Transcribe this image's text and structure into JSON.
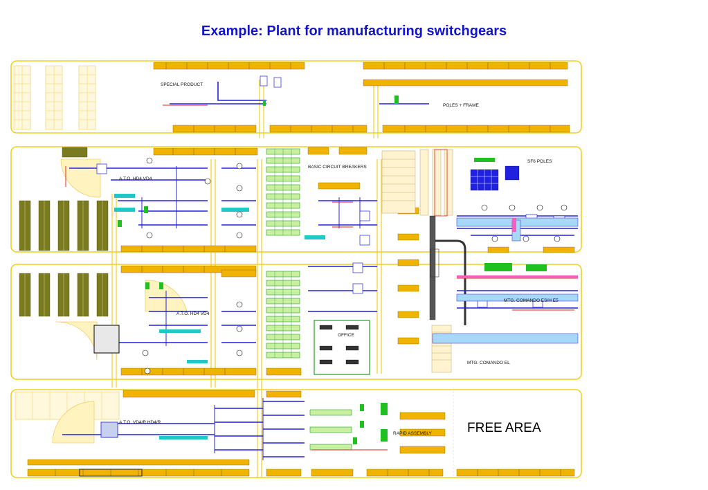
{
  "title": "Example: Plant for manufacturing switchgears",
  "areas": {
    "special_product": "SPECIAL PRODUCT",
    "poles_frame": "POLES + FRAME",
    "ato_hd4_vd4_top": "A.T.O. HD4 VD4",
    "basic_circuit_breakers": "BASIC CIRCUIT BREAKERS",
    "sf6_poles": "SF6 POLES",
    "ato_hd4_vd4_mid": "A.T.O. HD4 VD4",
    "mtg_comando_esh": "MTG. COMANDO ES/H   E5",
    "office": "OFFICE",
    "mtg_comando_el": "MTG. COMANDO EL",
    "ato_vd4r_hd4r": "A.T.O. VD4/R HD4/R",
    "rapid_assembly": "RAPID ASSEMBLY",
    "free_area": "FREE AREA"
  },
  "colors": {
    "title": "#1414c8",
    "building_outline": "#f0d020",
    "racks": "#f0b400",
    "storage_shelves": "#7a7a1e",
    "conveyor": "#2020e0",
    "workstation_green": "#20c020",
    "special_red": "#e02020"
  }
}
